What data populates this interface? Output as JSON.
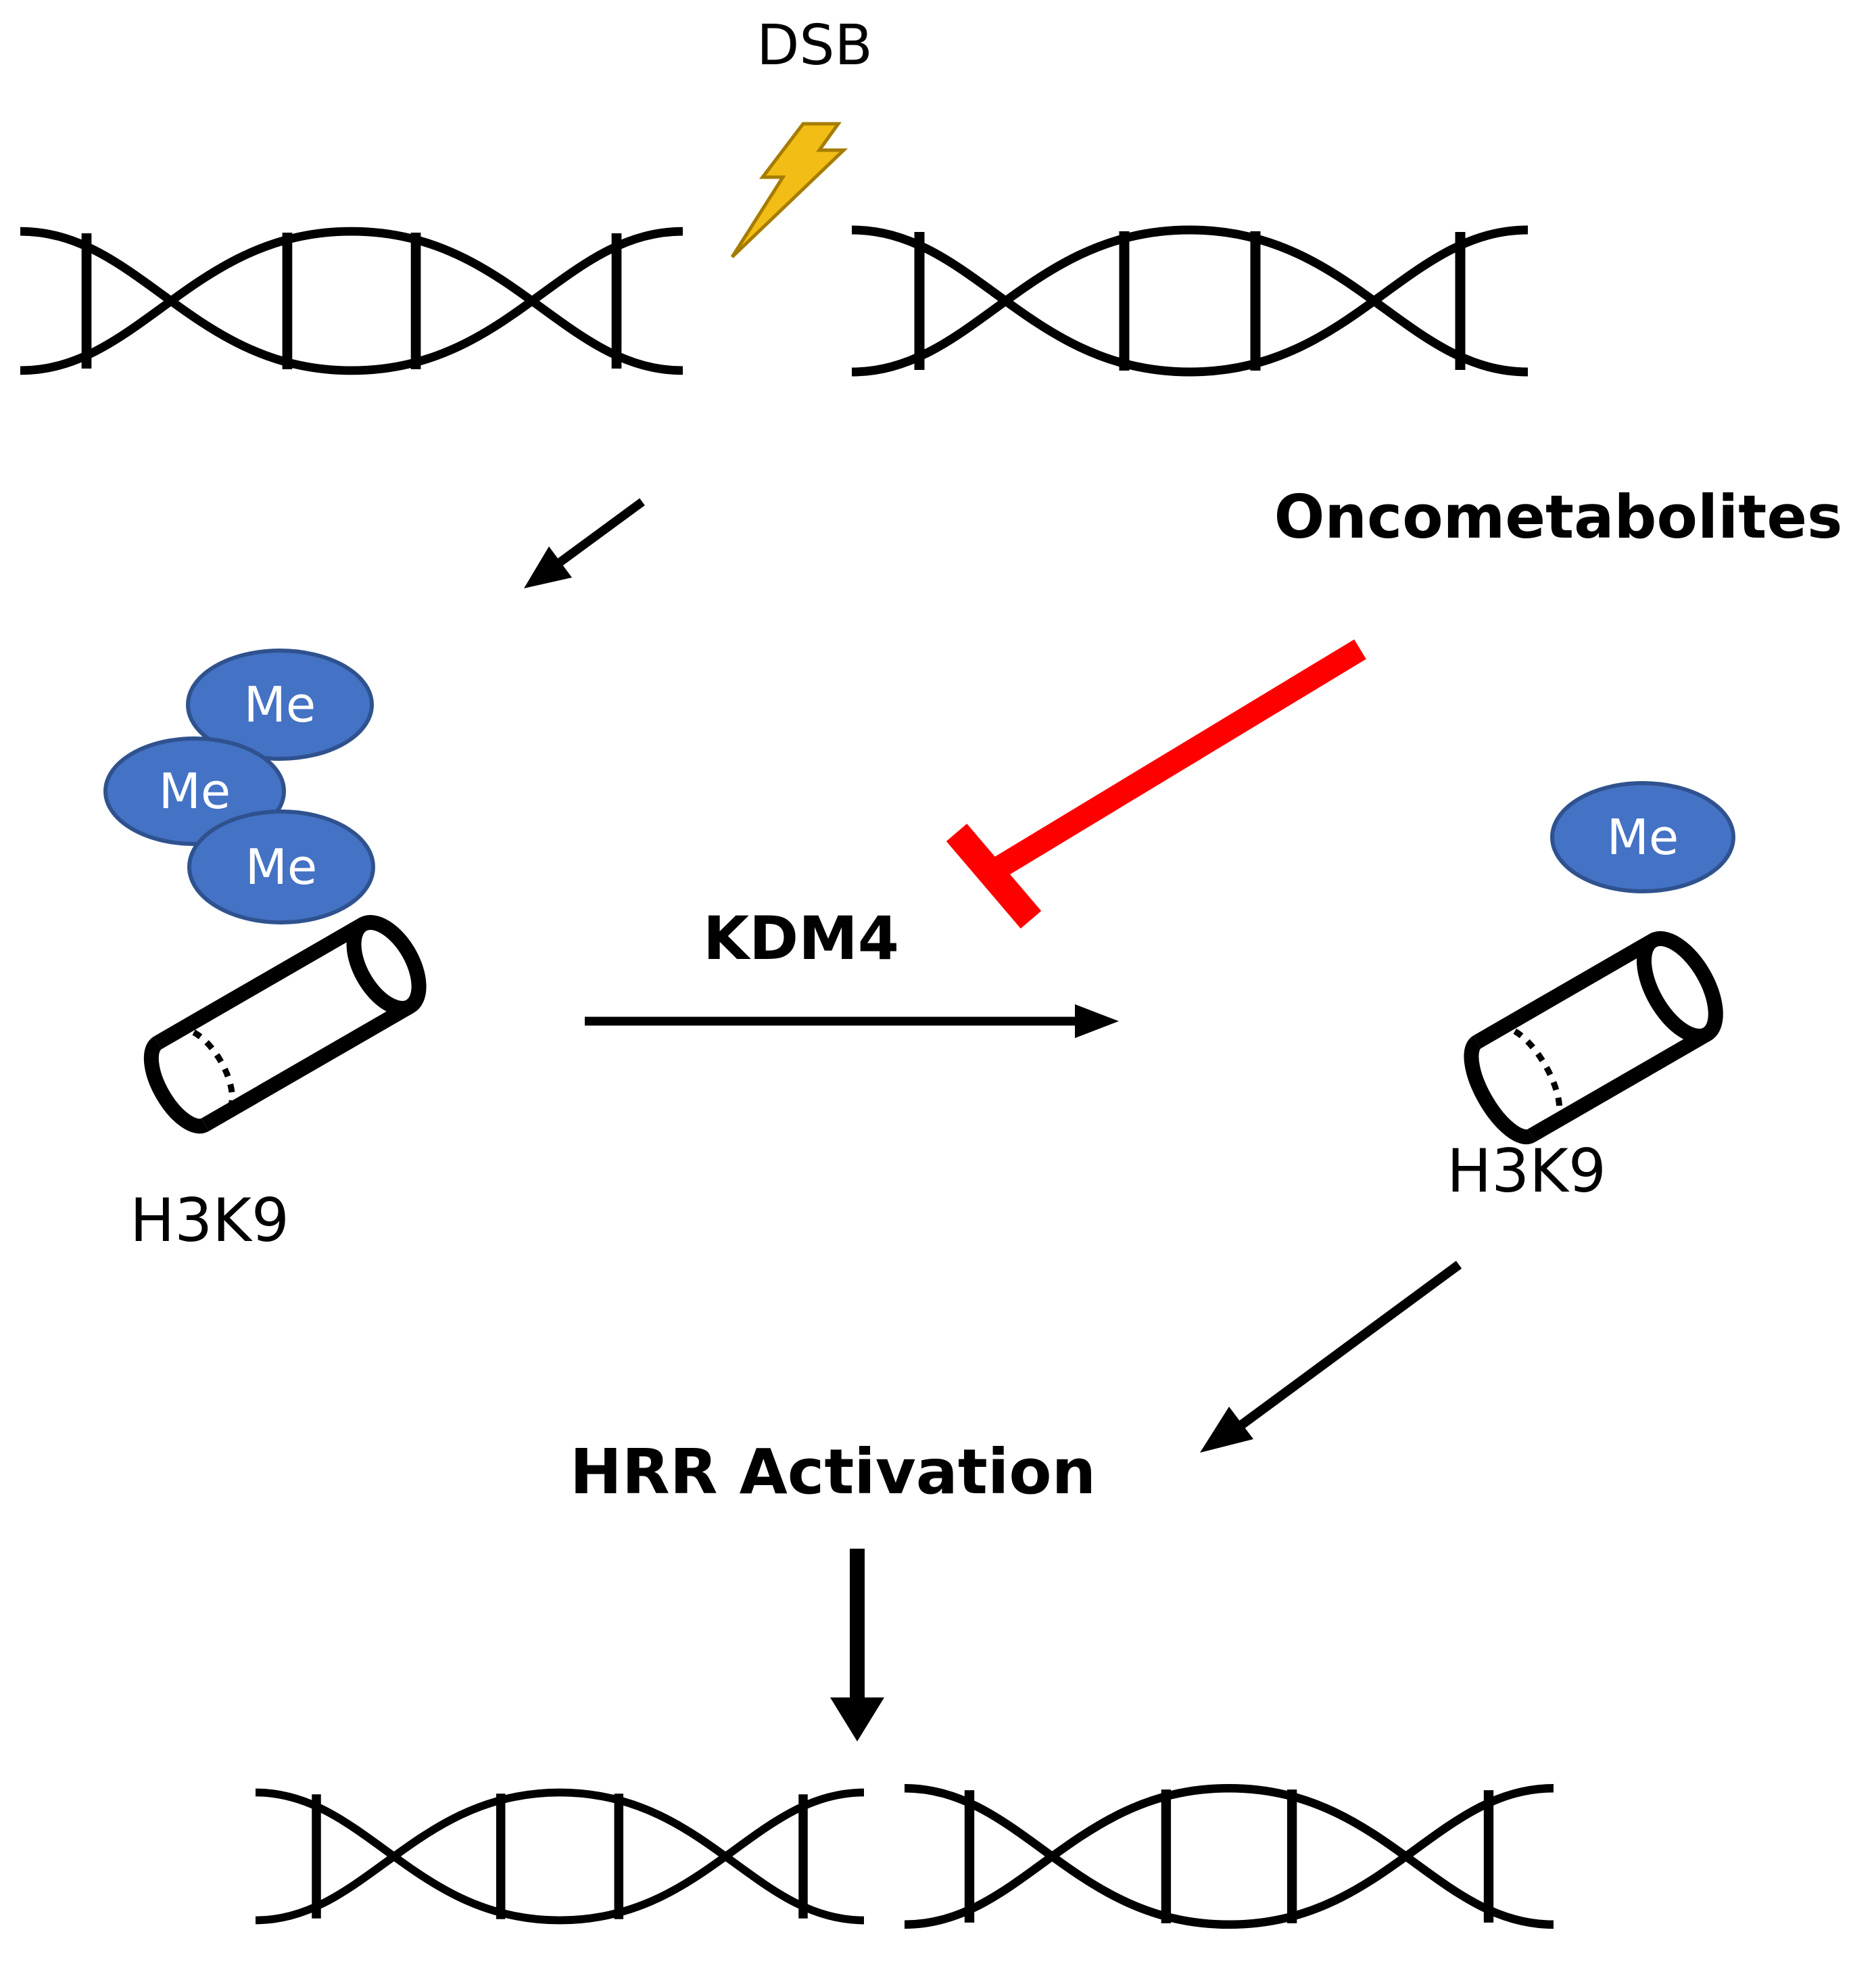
{
  "labels": {
    "dsb": "DSB",
    "oncometabolites": "Oncometabolites",
    "kdm4": "KDM4",
    "h3k9_left": "H3K9",
    "h3k9_right": "H3K9",
    "hrr_activation": "HRR Activation",
    "methyl": "Me"
  },
  "colors": {
    "methyl_fill": "#4472C4",
    "methyl_stroke": "#2F528F",
    "inhibition": "#FF0000",
    "lightning": "#F2BD14",
    "line": "#000000"
  },
  "icons": {
    "damage": "lightning-bolt-icon",
    "dna": "dna-helix-icon",
    "nucleosome": "histone-cylinder-icon"
  }
}
